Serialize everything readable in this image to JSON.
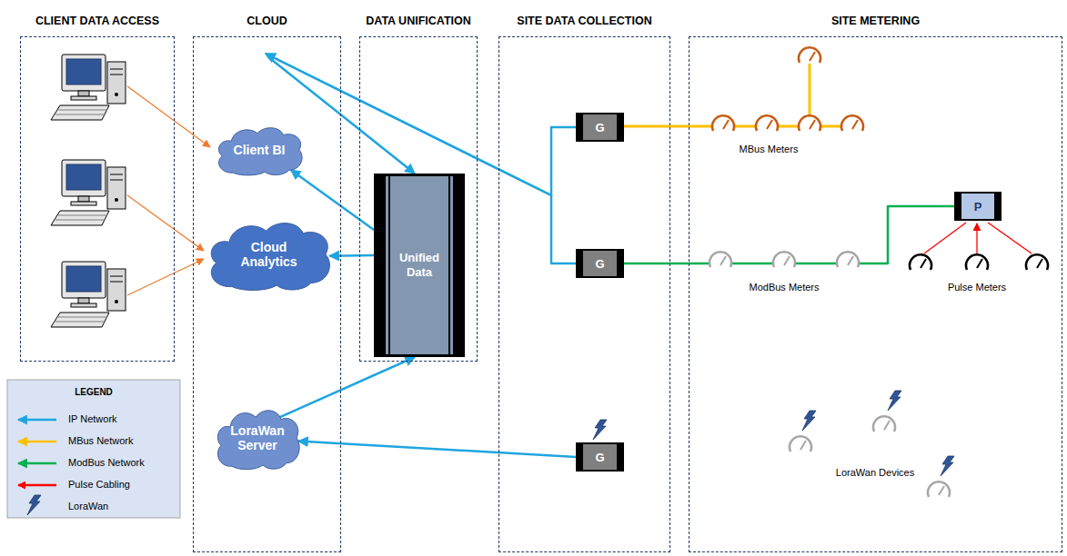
{
  "diagram": {
    "nodes": [
      {
        "text": [
          "CLIENT DATA ACCESS"
        ]
      },
      {
        "text": [
          "CLOUD"
        ]
      },
      {
        "text": [
          "Client BI"
        ],
        "in": 1
      },
      {
        "text": [
          "Cloud Analytics"
        ],
        "in": 1
      },
      {
        "text": [
          "LoraWan Server"
        ],
        "in": 1
      },
      {
        "text": [
          "DATA UNIFICATION"
        ]
      },
      {
        "text": [
          "Unified Data"
        ],
        "in": 5
      },
      {
        "text": [
          "SITE DATA COLLECTION"
        ]
      },
      {
        "text": [
          "G"
        ],
        "in": 7
      },
      {
        "text": [
          "G"
        ],
        "in": 7
      },
      {
        "text": [
          "G"
        ],
        "in": 7
      },
      {
        "text": [
          "SITE METERING"
        ]
      },
      {
        "text": [
          "P"
        ],
        "in": 11
      }
    ],
    "edges": [
      {
        "from": 8,
        "to": 1,
        "arrow": "to"
      },
      {
        "from": 9,
        "to": 1,
        "arrow": "to"
      },
      {
        "from": 1,
        "to": 6,
        "arrow": "to"
      },
      {
        "from": 6,
        "to": 2,
        "arrow": "to"
      },
      {
        "from": 6,
        "to": 3,
        "arrow": "to"
      },
      {
        "from": 4,
        "to": 6,
        "arrow": "to"
      },
      {
        "from": 10,
        "to": 4,
        "arrow": "to"
      },
      {
        "from": 9,
        "to": 12,
        "arrow": "none"
      }
    ],
    "labels": [
      "MBus Meters",
      "ModBus Meters",
      "Pulse Meters",
      "LoraWan Devices",
      "LEGEND"
    ],
    "legend": [
      {
        "text": "IP Network"
      },
      {
        "text": "MBus Network"
      },
      {
        "text": "ModBus Network"
      },
      {
        "text": "Pulse Cabling"
      },
      {
        "text": "LoraWan"
      }
    ]
  }
}
